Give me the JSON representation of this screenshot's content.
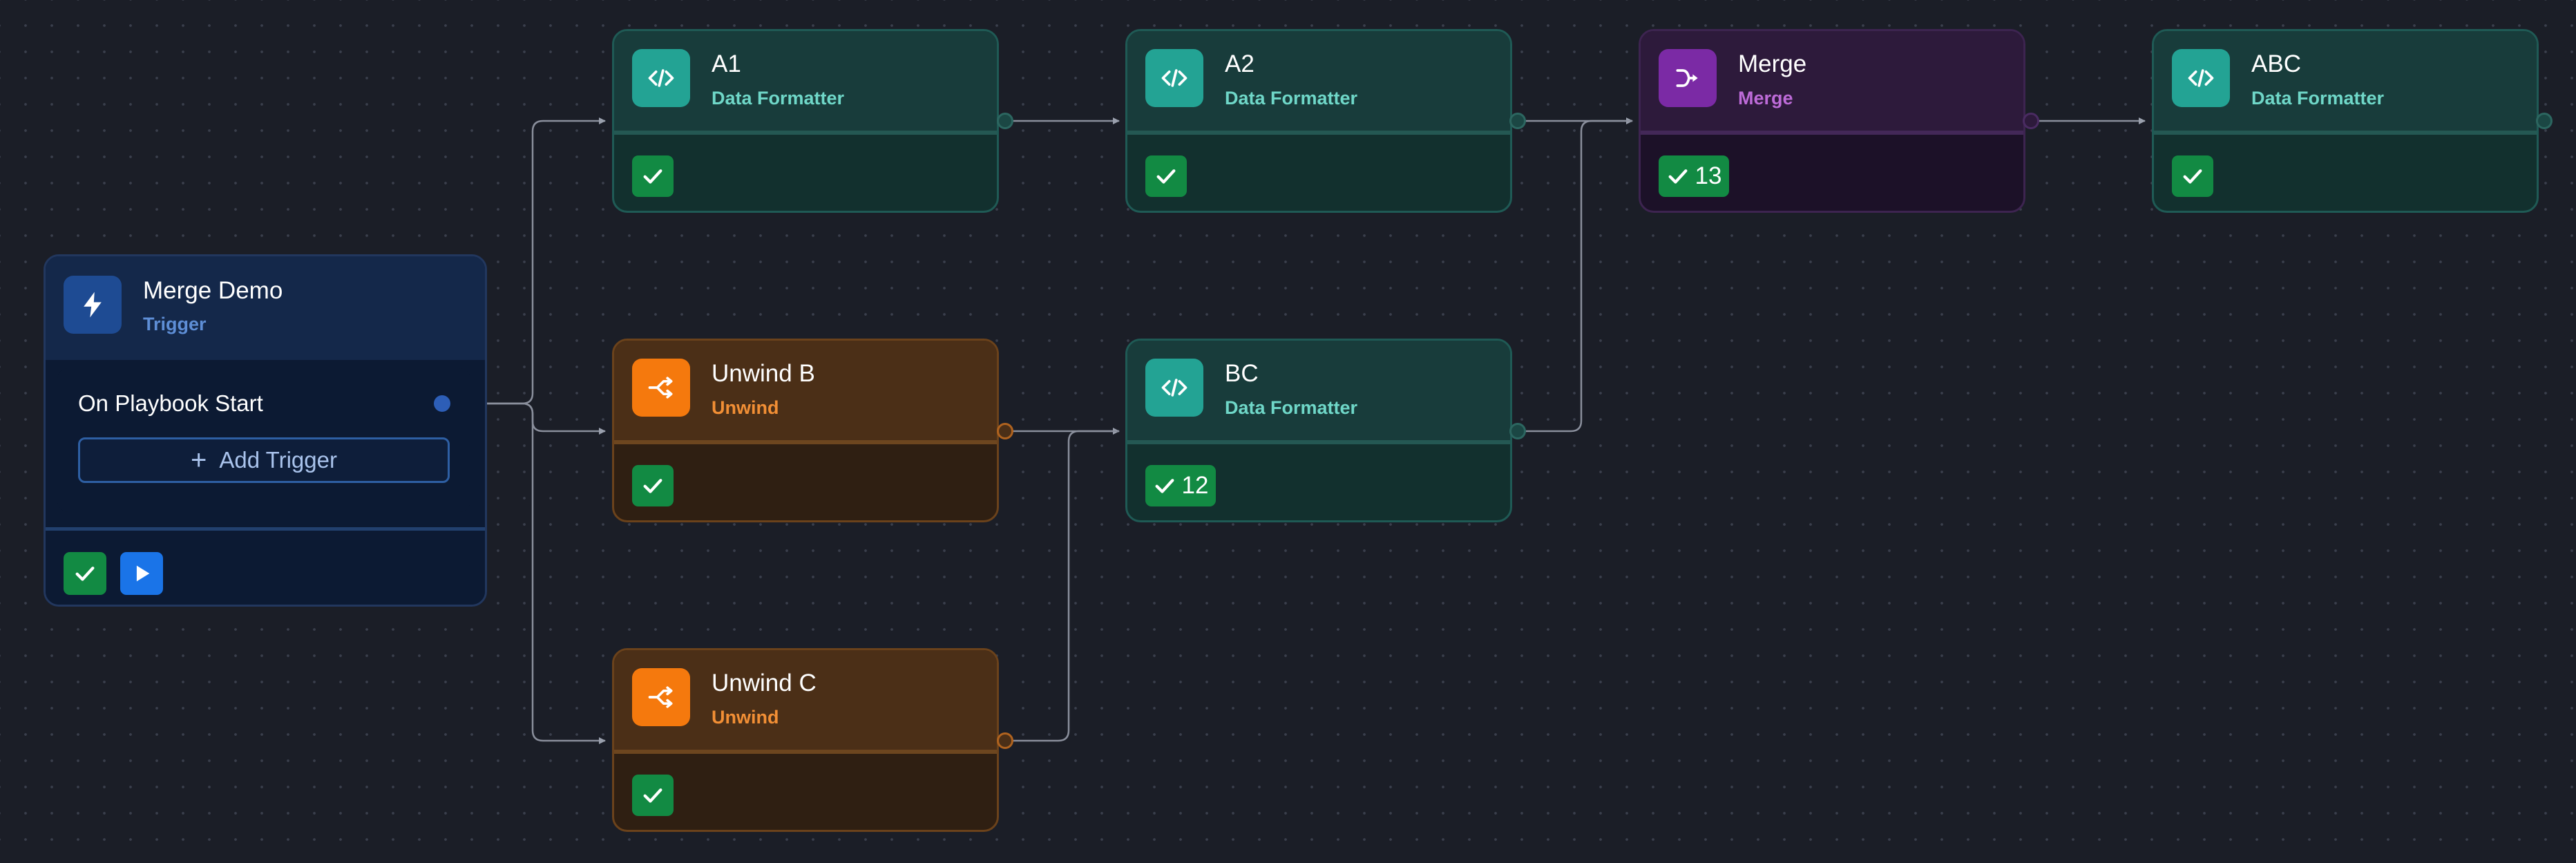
{
  "trigger": {
    "title": "Merge Demo",
    "subtitle": "Trigger",
    "icon": "lightning-icon",
    "event_label": "On Playbook Start",
    "add_trigger_label": "Add Trigger",
    "status_icon": "check-icon",
    "run_icon": "play-icon"
  },
  "nodes": {
    "a1": {
      "title": "A1",
      "subtitle": "Data Formatter",
      "icon": "code-icon",
      "status_count": ""
    },
    "a2": {
      "title": "A2",
      "subtitle": "Data Formatter",
      "icon": "code-icon",
      "status_count": ""
    },
    "merge": {
      "title": "Merge",
      "subtitle": "Merge",
      "icon": "merge-icon",
      "status_count": "13"
    },
    "abc": {
      "title": "ABC",
      "subtitle": "Data Formatter",
      "icon": "code-icon",
      "status_count": ""
    },
    "unwind_b": {
      "title": "Unwind B",
      "subtitle": "Unwind",
      "icon": "split-icon",
      "status_count": ""
    },
    "bc": {
      "title": "BC",
      "subtitle": "Data Formatter",
      "icon": "code-icon",
      "status_count": "12"
    },
    "unwind_c": {
      "title": "Unwind C",
      "subtitle": "Unwind",
      "icon": "split-icon",
      "status_count": ""
    }
  },
  "connections": [
    {
      "from": "trigger",
      "to": "a1"
    },
    {
      "from": "trigger",
      "to": "unwind_b"
    },
    {
      "from": "trigger",
      "to": "unwind_c"
    },
    {
      "from": "a1",
      "to": "a2"
    },
    {
      "from": "a2",
      "to": "merge"
    },
    {
      "from": "unwind_b",
      "to": "bc"
    },
    {
      "from": "unwind_c",
      "to": "bc"
    },
    {
      "from": "bc",
      "to": "merge"
    },
    {
      "from": "merge",
      "to": "abc"
    }
  ],
  "colors": {
    "canvas_background": "#1b1e27",
    "formatter_accent": "#23a394",
    "unwind_accent": "#f5790d",
    "merge_accent": "#7b2aa5",
    "trigger_accent": "#1e4b93",
    "success": "#128a43",
    "run": "#1a74e8",
    "edge": "#9aa0ad"
  }
}
